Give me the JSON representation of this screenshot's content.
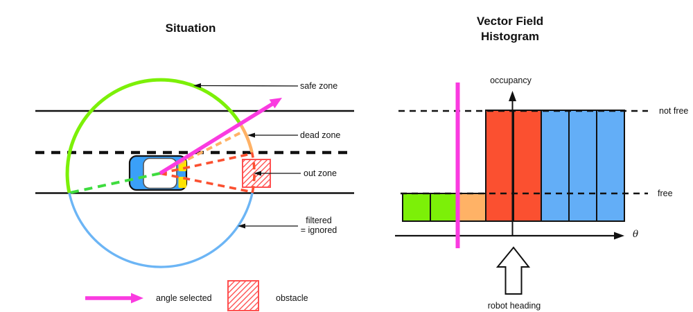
{
  "situation": {
    "title": "Situation",
    "callout_safe": "safe zone",
    "callout_dead": "dead zone",
    "callout_out": "out zone",
    "callout_filtered_line1": "filtered",
    "callout_filtered_line2": "= ignored",
    "legend_angle": "angle selected",
    "legend_obstacle": "obstacle",
    "colors": {
      "safe_green": "#7CF008",
      "dead_orange": "#FFB266",
      "out_red": "#FB5030",
      "filtered_blue": "#6CB5F5",
      "selected_magenta": "#FA3BE0",
      "robot_body_blue": "#3AA0F8",
      "headlight_yellow": "#FFE200",
      "ray_green": "#3EDC3E",
      "obstacle_red": "#FF5050"
    }
  },
  "histogram": {
    "title_line1": "Vector Field",
    "title_line2": "Histogram",
    "ylabel": "occupancy",
    "xlabel": "θ",
    "line_not_free": "not free",
    "line_free": "free",
    "robot_heading": "robot heading",
    "chart_data": {
      "type": "bar",
      "reference_lines": [
        "not free",
        "free"
      ],
      "bars": [
        {
          "zone": "safe",
          "color": "#7CF008",
          "occupancy": "free"
        },
        {
          "zone": "safe",
          "color": "#7CF008",
          "occupancy": "free"
        },
        {
          "zone": "dead",
          "color": "#FFB266",
          "occupancy": "free"
        },
        {
          "zone": "out",
          "color": "#FB5030",
          "occupancy": "not free"
        },
        {
          "zone": "out",
          "color": "#FB5030",
          "occupancy": "not free"
        },
        {
          "zone": "filtered",
          "color": "#63AEF7",
          "occupancy": "not free"
        },
        {
          "zone": "filtered",
          "color": "#63AEF7",
          "occupancy": "not free"
        },
        {
          "zone": "filtered",
          "color": "#63AEF7",
          "occupancy": "not free"
        }
      ],
      "selected_angle_marker": "magenta vertical line at safe/dead boundary",
      "heading_marker": "robot heading"
    }
  }
}
